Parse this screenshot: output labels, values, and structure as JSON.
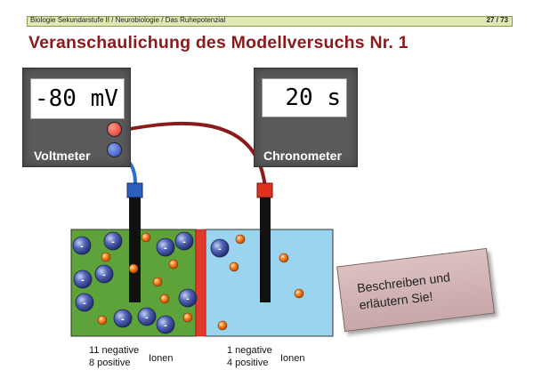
{
  "header": {
    "breadcrumb": "Biologie Sekundarstufe II / Neurobiologie / Das Ruhepotenzial",
    "page_number": "27 / 73"
  },
  "title": "Veranschaulichung des Modellversuchs Nr. 1",
  "voltmeter": {
    "display": "-80 mV",
    "label": "Voltmeter"
  },
  "chronometer": {
    "display": "20 s",
    "label": "Chronometer"
  },
  "negative_ion_symbol": "-",
  "left_compartment": {
    "negative_line": "11 negative",
    "positive_line": "8 positive",
    "ions_label": "Ionen"
  },
  "right_compartment": {
    "negative_line": "1 negative",
    "positive_line": "4 positive",
    "ions_label": "Ionen"
  },
  "task": {
    "line1": "Beschreiben und",
    "line2": "erläutern Sie!"
  },
  "colors": {
    "title": "#8b1a1a",
    "left_solution": "#5ea33a",
    "right_solution": "#9ad4ee",
    "membrane": "#e23a2a",
    "negative_ion": "#3d4fa3",
    "positive_ion": "#f07a1a",
    "cable": "#8b1a1a",
    "voltmeter_cable": "#2a6fd6"
  }
}
